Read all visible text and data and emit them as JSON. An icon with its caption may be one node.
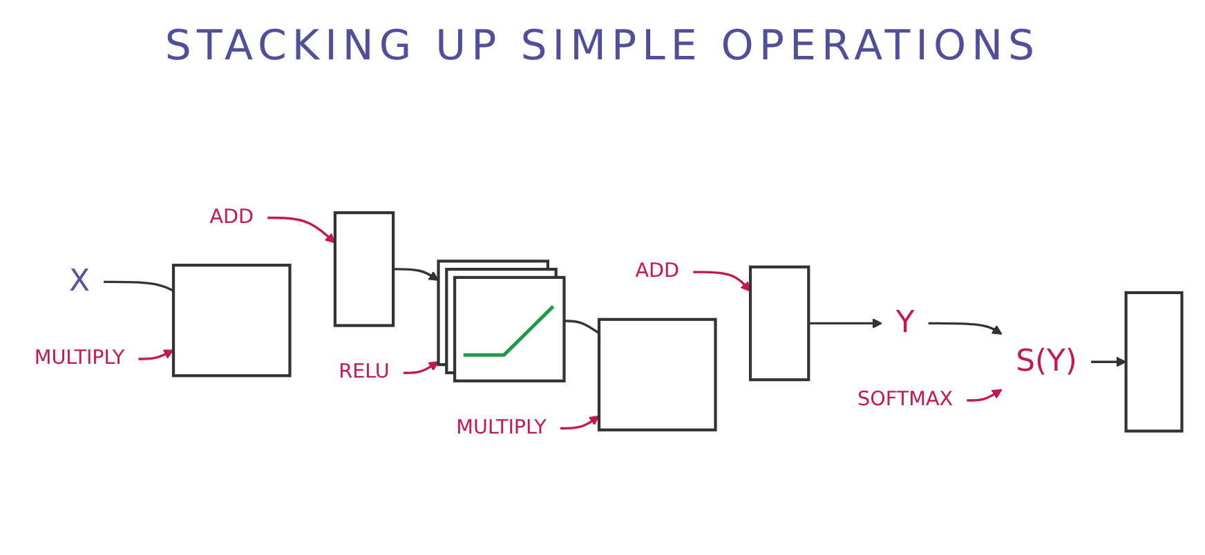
{
  "diagram": {
    "title": "STACKING UP SIMPLE OPERATIONS",
    "nodes": [
      {
        "text": [
          "X"
        ]
      },
      {
        "text": [],
        "shape": "box"
      },
      {
        "text": [],
        "shape": "bar"
      },
      {
        "text": [],
        "shape": "picture"
      },
      {
        "text": [],
        "shape": "box"
      },
      {
        "text": [],
        "shape": "bar"
      },
      {
        "text": [
          "Y"
        ]
      },
      {
        "text": [
          "S(Y)"
        ]
      },
      {
        "text": [],
        "shape": "bar"
      },
      {
        "text": [
          "MULTIPLY"
        ]
      },
      {
        "text": [
          "ADD"
        ]
      },
      {
        "text": [
          "RELU"
        ]
      },
      {
        "text": [
          "MULTIPLY"
        ]
      },
      {
        "text": [
          "ADD"
        ]
      },
      {
        "text": [
          "SOFTMAX"
        ]
      }
    ],
    "edges": [
      {
        "from": 0,
        "to": 1,
        "arrow": "none"
      },
      {
        "from": 2,
        "to": 3,
        "arrow": "to"
      },
      {
        "from": 3,
        "to": 4,
        "arrow": "none"
      },
      {
        "from": 5,
        "to": 6,
        "arrow": "to"
      },
      {
        "from": 6,
        "to": 7,
        "arrow": "to"
      },
      {
        "from": 7,
        "to": 8,
        "arrow": "to"
      },
      {
        "from": 9,
        "to": 1,
        "arrow": "to",
        "color": "#c8174f"
      },
      {
        "from": 10,
        "to": 2,
        "arrow": "to",
        "color": "#c8174f"
      },
      {
        "from": 11,
        "to": 3,
        "arrow": "to",
        "color": "#c8174f"
      },
      {
        "from": 12,
        "to": 4,
        "arrow": "to",
        "color": "#c8174f"
      },
      {
        "from": 13,
        "to": 5,
        "arrow": "to",
        "color": "#c8174f"
      },
      {
        "from": 14,
        "to": 7,
        "arrow": "to",
        "color": "#c8174f"
      }
    ]
  }
}
